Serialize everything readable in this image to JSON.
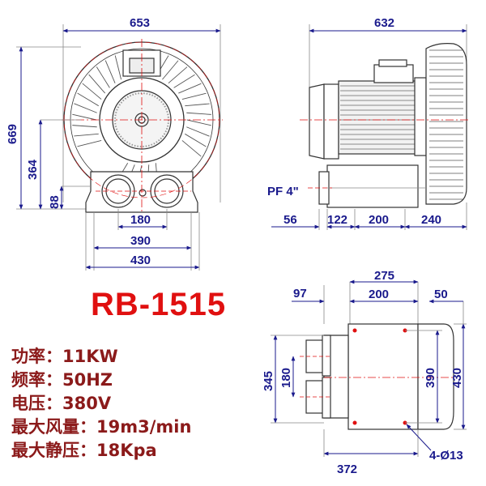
{
  "model": "RB-1515",
  "specs": [
    {
      "label": "功率：",
      "value": "11KW"
    },
    {
      "label": "频率：",
      "value": "50HZ"
    },
    {
      "label": "电压：",
      "value": "380V"
    },
    {
      "label": "最大风量：",
      "value": "19m3/min"
    },
    {
      "label": "最大静压：",
      "value": "18Kpa"
    }
  ],
  "front_view": {
    "width": "653",
    "height": "669",
    "axis_height": "364",
    "outlet_height": "88",
    "outlet_spacing": "180",
    "base_inner": "390",
    "base_outer": "430"
  },
  "side_view": {
    "length": "632",
    "port_label": "PF 4\"",
    "offset": "56",
    "d1": "122",
    "d2": "200",
    "d3": "240"
  },
  "bottom_view": {
    "d97": "97",
    "d275": "275",
    "d200": "200",
    "d50": "50",
    "h345": "345",
    "h180": "180",
    "h390": "390",
    "h430": "430",
    "w372": "372",
    "holes": "4-Ø13"
  },
  "colors": {
    "dimension_text": "#1a1a8c",
    "model_text": "#e01010",
    "spec_text": "#8b1a1a",
    "centerline": "#e01010",
    "outline": "#333333"
  }
}
